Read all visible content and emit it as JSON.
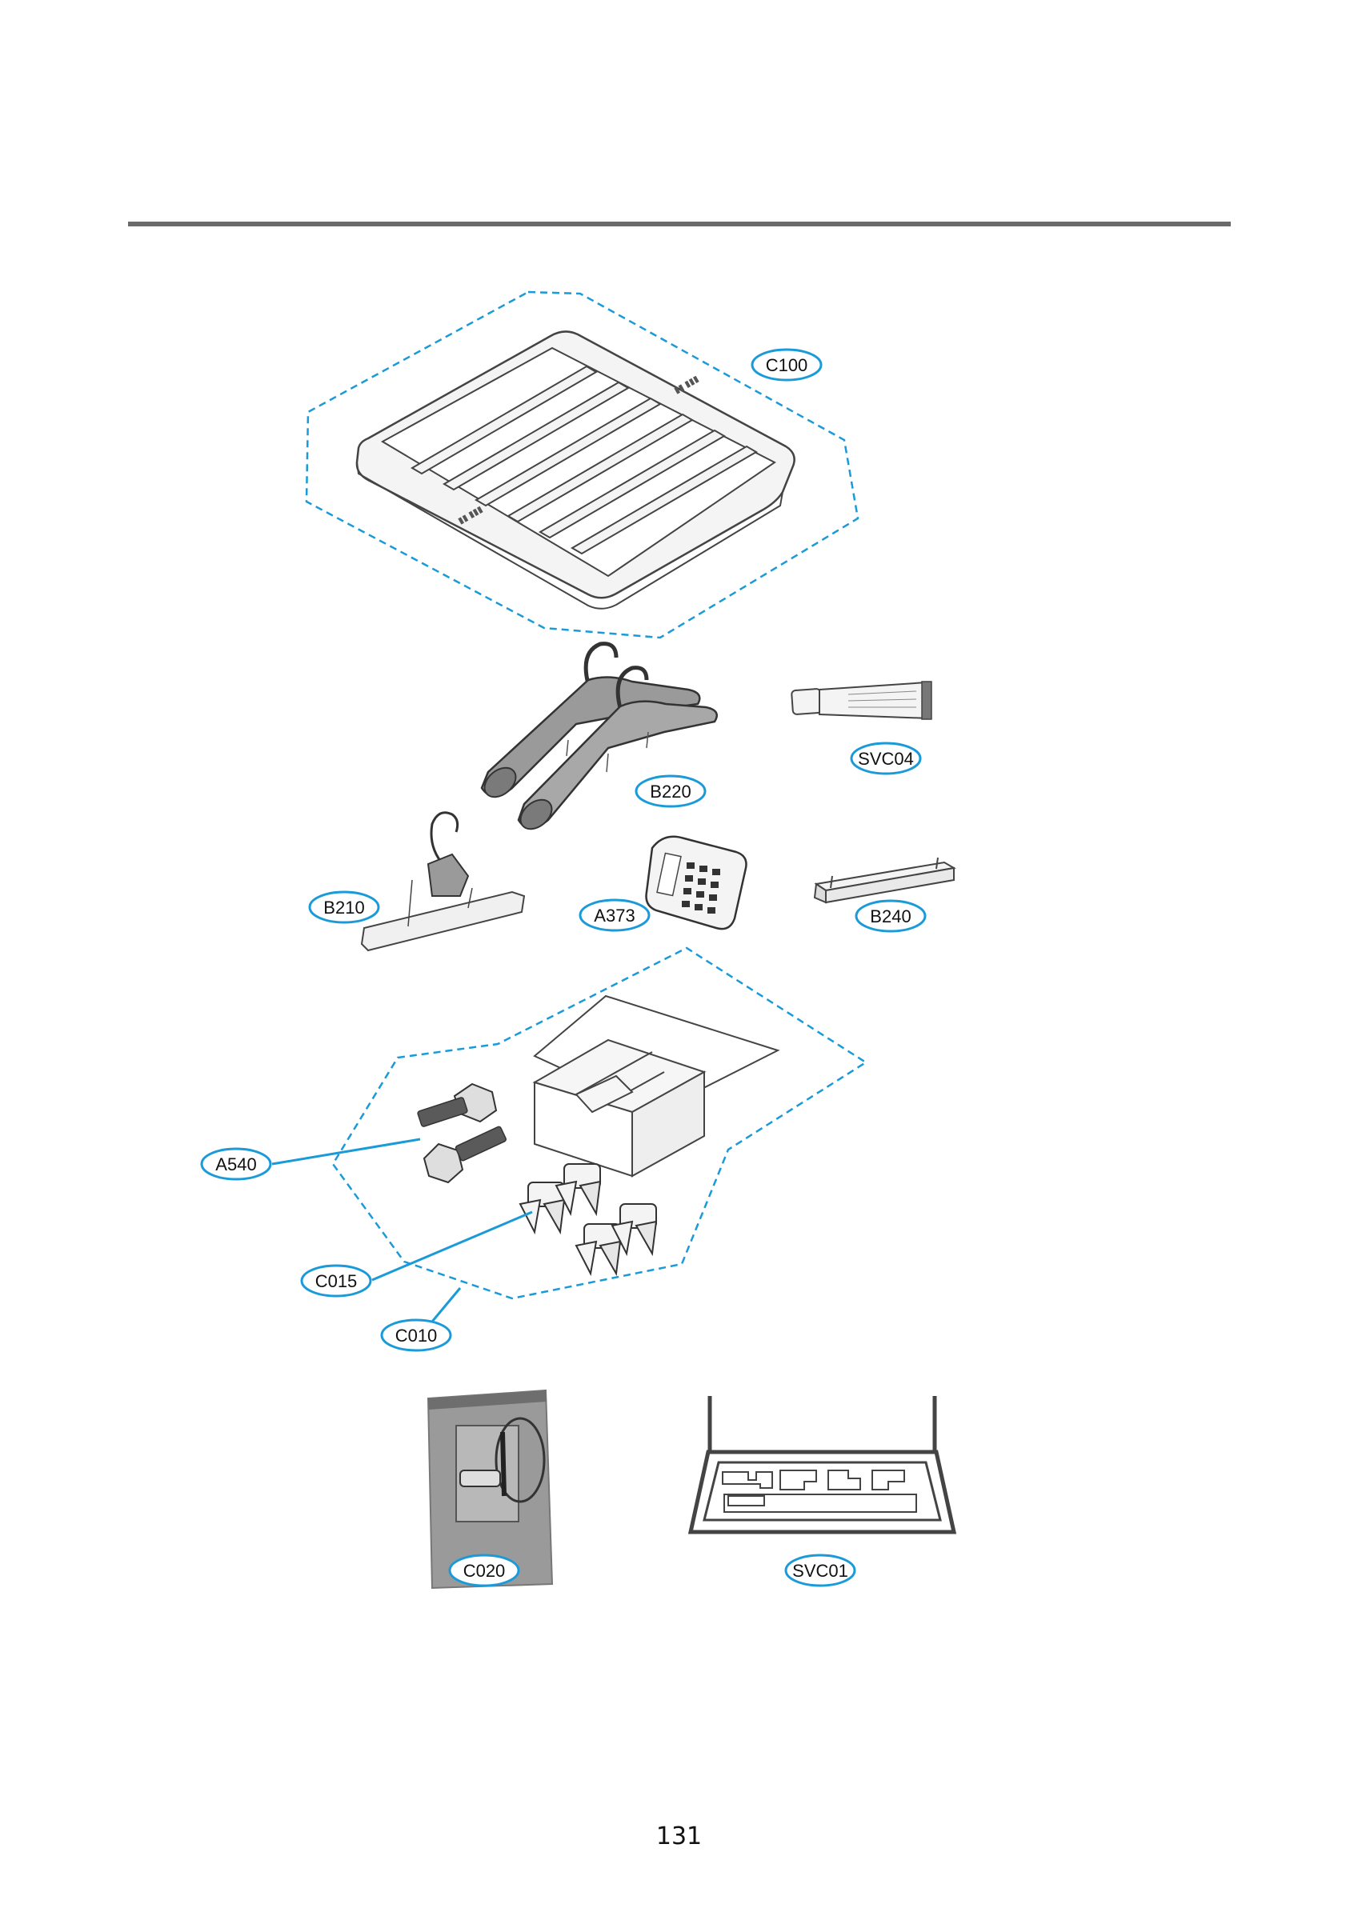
{
  "labels": {
    "c100": "C100",
    "svc04": "SVC04",
    "b220": "B220",
    "b210": "B210",
    "a373": "A373",
    "b240": "B240",
    "a540": "A540",
    "c015": "C015",
    "c010": "C010",
    "c020": "C020",
    "svc01": "SVC01"
  },
  "page_number": "131",
  "colors": {
    "callout": "#1a9ad8",
    "part_fill": "#f4f4f4",
    "part_stroke": "#444444",
    "dark_grip": "#8f8f8f",
    "bag": "#9a9a9a",
    "rule": "#6b6b6b"
  }
}
